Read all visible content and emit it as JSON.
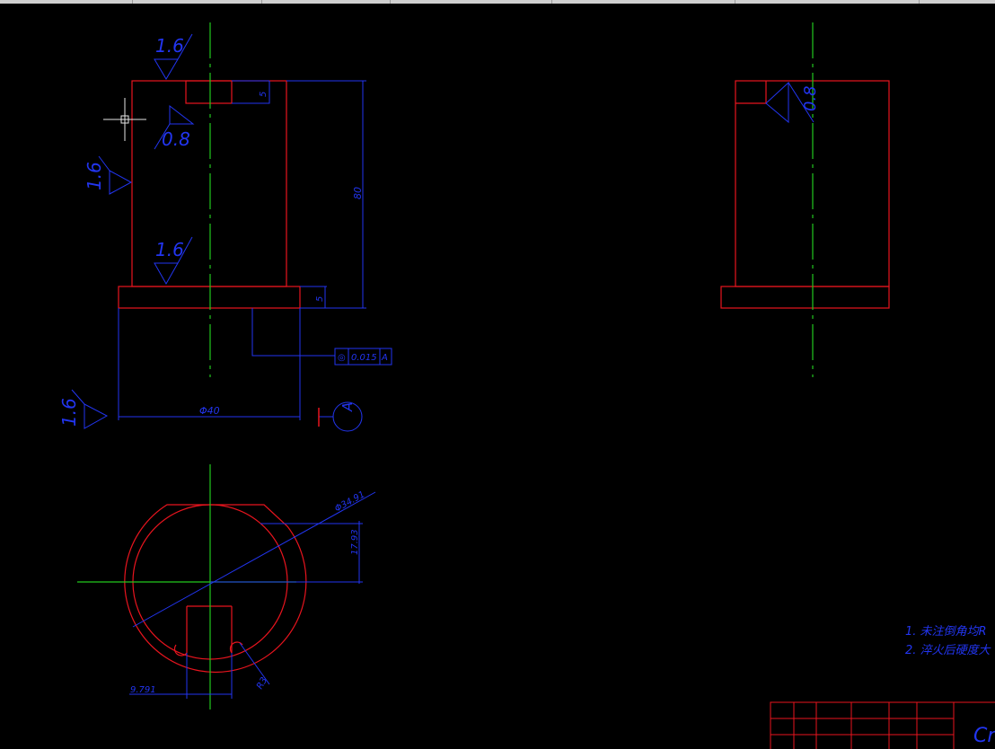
{
  "colors": {
    "outline": "#e8141e",
    "dimension": "#2235f0",
    "centerline": "#22c81e",
    "crosshair": "#e6e6e6",
    "background": "#000000"
  },
  "icons": {
    "cursor": "crosshair-cursor-icon",
    "surface_finish": "roughness-triangle-icon",
    "datum": "datum-circle-icon"
  },
  "front_view": {
    "roughness": [
      "1.6",
      "0.8",
      "1.6",
      "1.6",
      "1.6"
    ],
    "dims": {
      "top_depth": "5",
      "height": "80",
      "flange": "5",
      "diameter": "Φ40"
    },
    "tolerance_frame": [
      "◎",
      "0.015",
      "A"
    ],
    "datum_label": "A"
  },
  "side_view": {
    "roughness": "0.8"
  },
  "bottom_view": {
    "diameter": "Φ34.91",
    "offset": "17.93",
    "slot_width": "9.791",
    "radius": "R3"
  },
  "notes": [
    "1. 未注倒角均R",
    "2. 淬火后硬度大"
  ],
  "title_block": {
    "partial_text": "Cr"
  }
}
